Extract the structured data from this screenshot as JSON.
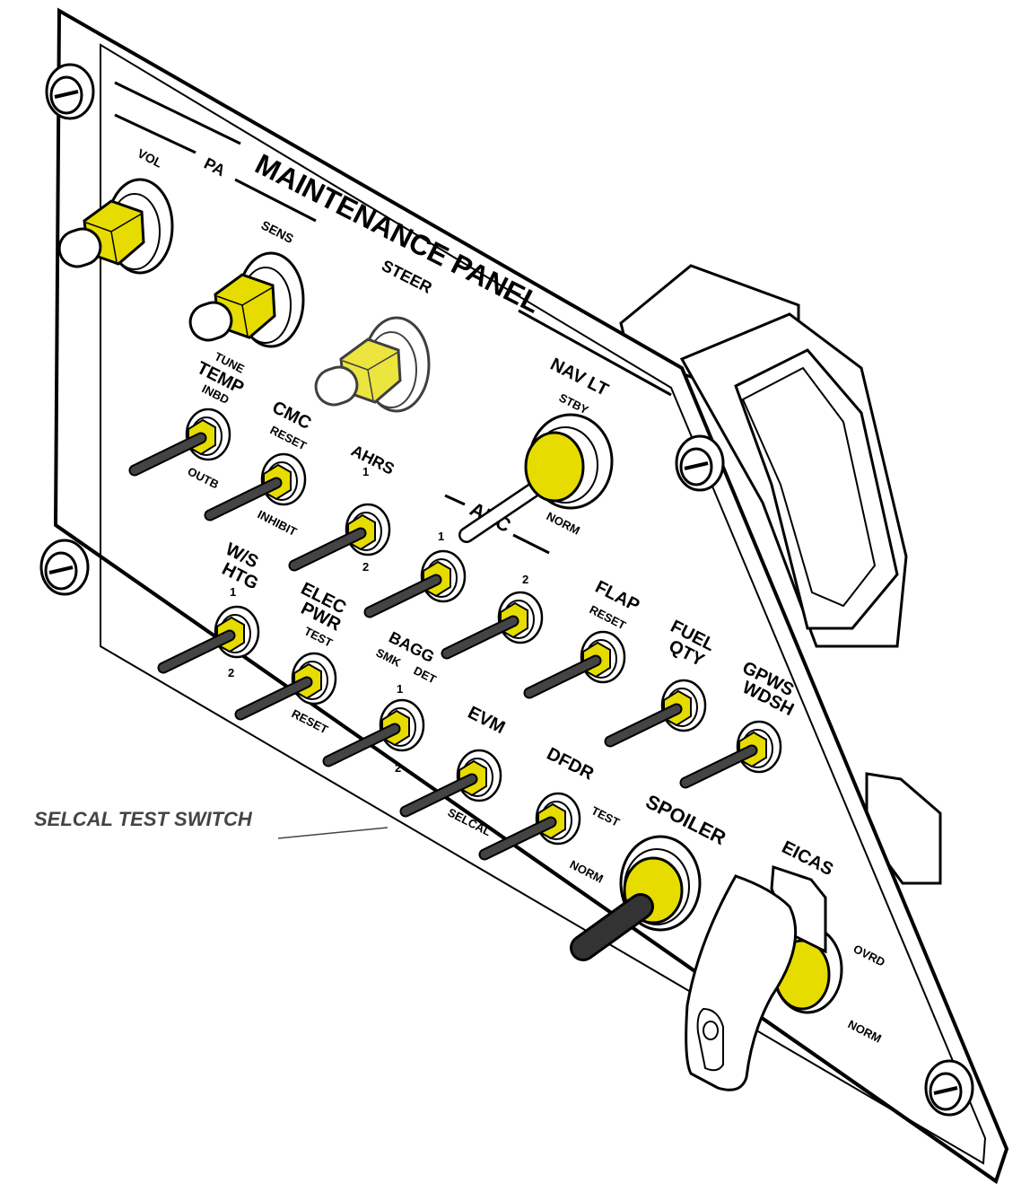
{
  "panel": {
    "title": "MAINTENANCE PANEL",
    "pa_label": "PA",
    "steer_label": "STEER",
    "adc_label": "ADC"
  },
  "callout": {
    "text": "SELCAL TEST SWITCH"
  },
  "labels": {
    "vol": "VOL",
    "sens": "SENS",
    "tune": "TUNE",
    "temp": "TEMP",
    "inbd": "INBD",
    "outb": "OUTB",
    "cmc": "CMC",
    "reset": "RESET",
    "inhibit": "INHIBIT",
    "ahrs": "AHRS",
    "one": "1",
    "two": "2",
    "nav_lt": "NAV LT",
    "stby": "STBY",
    "norm": "NORM",
    "ws": "W/S",
    "htg": "HTG",
    "elec": "ELEC",
    "pwr": "PWR",
    "test": "TEST",
    "bagg": "BAGG",
    "smk": "SMK",
    "det": "DET",
    "evm": "EVM",
    "selcal": "SELCAL",
    "dfdr": "DFDR",
    "flap": "FLAP",
    "fuel": "FUEL",
    "qty": "QTY",
    "gpws": "GPWS",
    "wdsh": "WDSH",
    "spoiler": "SPOILER",
    "eicas": "EICAS",
    "ovrd": "OVRD"
  },
  "colors": {
    "nut": "#e6dc00",
    "lever": "#333333",
    "outline": "#000000"
  },
  "icons": [
    "knob-icon",
    "toggle-switch-icon",
    "guarded-switch-icon",
    "screw-icon"
  ]
}
